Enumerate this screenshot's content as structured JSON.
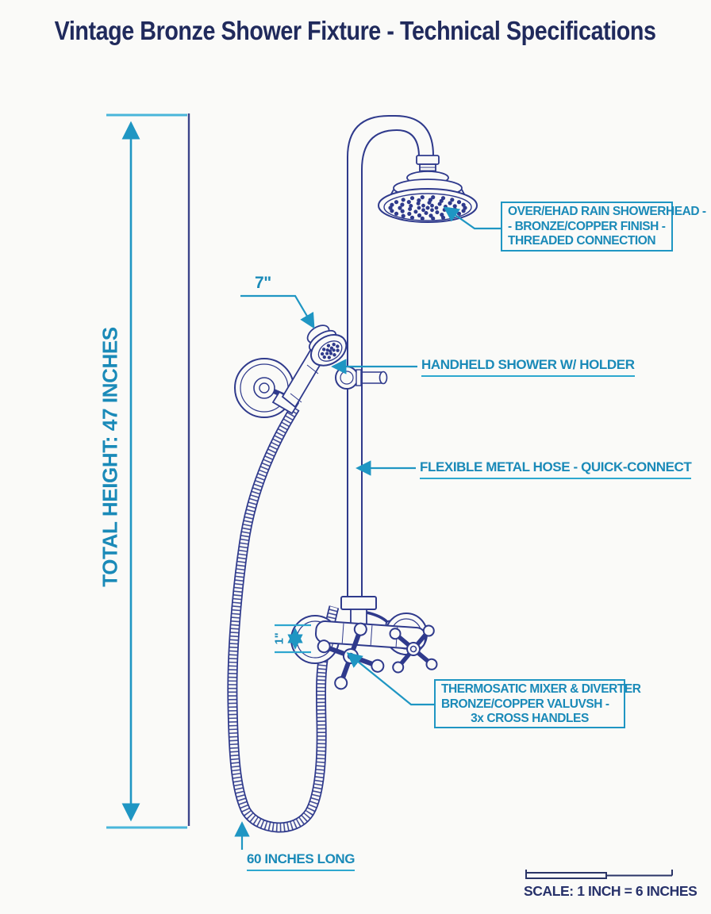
{
  "title": "Vintage Bronze Shower Fixture - Technical Specifications",
  "labels": {
    "total_height": "TOTAL HEIGHT: 47 INCHES",
    "handheld_size": "7\"",
    "valve_dim": "1\"",
    "hose_length": "60 INCHES LONG",
    "handheld": "HANDHELD SHOWER W/ HOLDER",
    "flexible_hose": "FLEXIBLE METAL HOSE - QUICK-CONNECT",
    "scale": "SCALE: 1 INCH = 6 INCHES"
  },
  "callout_boxes": {
    "rain_showerhead": {
      "lines": [
        "OVER/EHAD RAIN SHOWERHEAD -",
        "- BRONZE/COPPER FINISH -",
        "THREADED CONNECTION"
      ]
    },
    "mixer_valve": {
      "lines": [
        "THERMOSATIC MIXER & DIVERTER",
        "BRONZE/COPPER VALUVSH -",
        "3x CROSS HANDLES"
      ]
    }
  },
  "colors": {
    "heading_navy": "#202a5c",
    "drawing_ink": "#2f3a8c",
    "annotation_teal": "#1a8ab8",
    "dimension_teal": "#2ea6cf",
    "background": "#fafaf8"
  }
}
